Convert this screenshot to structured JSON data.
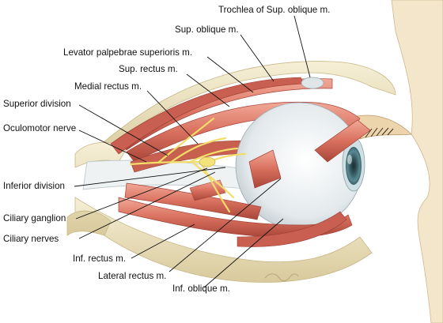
{
  "labels": {
    "trochlea": "Trochlea of Sup. oblique m.",
    "sup_oblique": "Sup. oblique m.",
    "levator": "Levator palpebrae superioris m.",
    "sup_rectus": "Sup. rectus m.",
    "medial_rectus": "Medial rectus m.",
    "superior_division": "Superior division",
    "oculomotor_nerve": "Oculomotor nerve",
    "inferior_division": "Inferior division",
    "ciliary_ganglion": "Ciliary ganglion",
    "ciliary_nerves": "Ciliary nerves",
    "inf_rectus": "Inf. rectus m.",
    "lateral_rectus": "Lateral rectus m.",
    "inf_oblique": "Inf. oblique m."
  },
  "colors": {
    "muscle": "#d9705e",
    "muscle_dark": "#b04a3c",
    "muscle_light": "#f0a595",
    "bone": "#efe6c8",
    "bone_shade": "#d6c89a",
    "nerve": "#f2dc6a",
    "sclera": "#e6ecee",
    "iris": "#4f7c86",
    "skin": "#f1e2c4",
    "leader": "#111111"
  }
}
